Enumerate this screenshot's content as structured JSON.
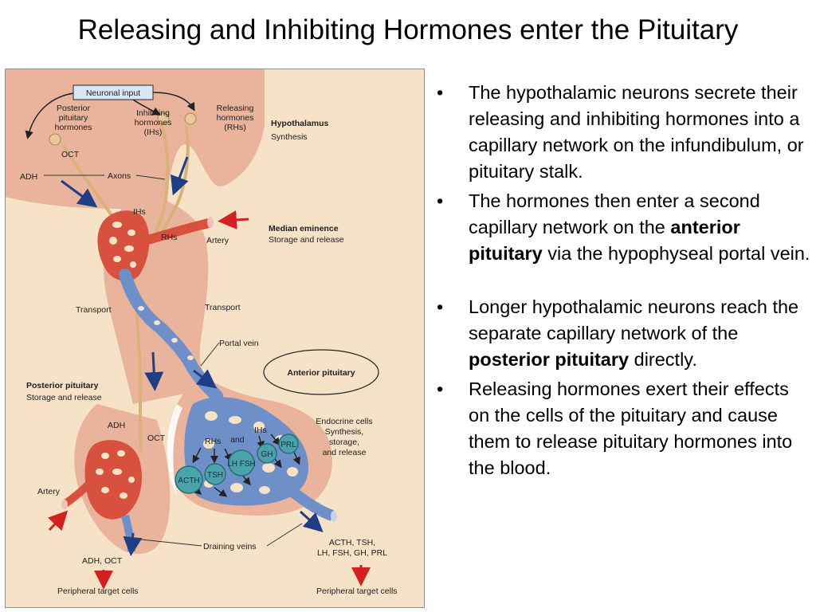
{
  "title": "Releasing and Inhibiting Hormones enter the Pituitary",
  "diagram": {
    "neuronal_input": "Neuronal input",
    "posterior_pituitary_hormones": [
      "Posterior",
      "pituitary",
      "hormones"
    ],
    "inhibiting_hormones": [
      "Inhibiting",
      "hormones",
      "(IHs)"
    ],
    "releasing_hormones": [
      "Releasing",
      "hormones",
      "(RHs)"
    ],
    "hypothalamus": "Hypothalamus",
    "synthesis": "Synthesis",
    "oct_top": "OCT",
    "adh_top": "ADH",
    "axons": "Axons",
    "ihs_mid": "IHs",
    "rhs_mid": "RHs",
    "artery_top": "Artery",
    "median_eminence": "Median eminence",
    "storage_and_release_me": "Storage and release",
    "transport_left": "Transport",
    "transport_right": "Transport",
    "portal_vein": "Portal vein",
    "anterior_pituitary": "Anterior pituitary",
    "posterior_pituitary": "Posterior pituitary",
    "storage_and_release_pp": "Storage and release",
    "adh_mid": "ADH",
    "oct_mid": "OCT",
    "endocrine_cells": [
      "Endocrine cells",
      "Synthesis,",
      "storage,",
      "and release"
    ],
    "rhs_cells": "RHs",
    "and_word": "and",
    "ihs_cells": "IHs",
    "cells": [
      "PRL",
      "GH",
      "LH FSH",
      "TSH",
      "ACTH"
    ],
    "artery_bottom": "Artery",
    "draining_veins": "Draining veins",
    "adh_oct_bottom": "ADH, OCT",
    "acth_list": [
      "ACTH, TSH,",
      "LH, FSH, GH, PRL"
    ],
    "peripheral_left": "Peripheral target cells",
    "peripheral_right": "Peripheral target cells",
    "colors": {
      "background": "#f6e2c7",
      "tissue": "#eab39b",
      "artery": "#d8503e",
      "vein": "#6f8fc8",
      "cell": "#4aa3ac",
      "arrow_blue": "#1f3e86",
      "arrow_red": "#d32020"
    }
  },
  "bullets": [
    {
      "parts": [
        {
          "text": "The hypothalamic neurons secrete their releasing and inhibiting hormones into a capillary network on the infundibulum, or pituitary stalk.",
          "bold": false
        }
      ]
    },
    {
      "parts": [
        {
          "text": "The hormones then enter a second capillary network on the ",
          "bold": false
        },
        {
          "text": "anterior pituitary",
          "bold": true
        },
        {
          "text": " via the hypophyseal portal vein.",
          "bold": false
        }
      ]
    },
    {
      "parts": [
        {
          "text": "Longer hypothalamic neurons reach the separate capillary network of the ",
          "bold": false
        },
        {
          "text": "posterior pituitary",
          "bold": true
        },
        {
          "text": " directly.",
          "bold": false
        }
      ]
    },
    {
      "parts": [
        {
          "text": "Releasing hormones exert their effects on the cells of the pituitary and cause them to release pituitary hormones into the blood.",
          "bold": false
        }
      ]
    }
  ]
}
